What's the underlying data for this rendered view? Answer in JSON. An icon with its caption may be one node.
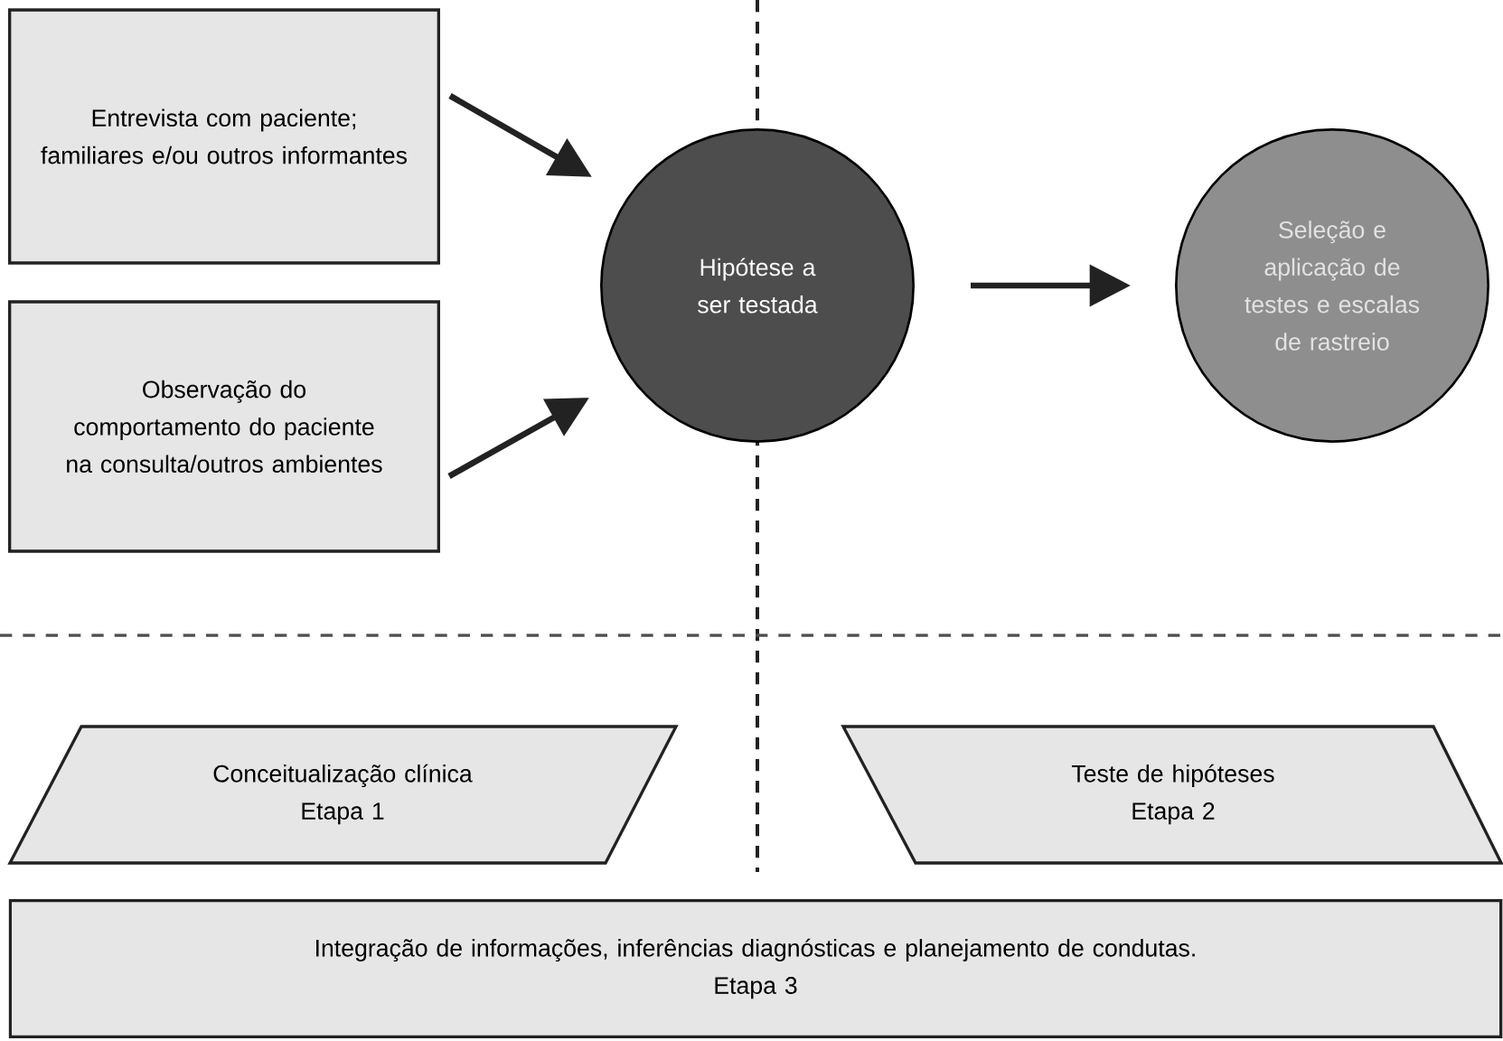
{
  "diagram": {
    "nodes": [
      {
        "text": [
          "Entrevista com paciente; familiares e/ou outros informantes"
        ]
      },
      {
        "text": [
          "Observação do comportamento do paciente na consulta/outros ambientes"
        ]
      },
      {
        "text": [
          "Hipótese a ser testada"
        ]
      },
      {
        "text": [
          "Seleção e aplicação de testes e escalas de rastreio"
        ]
      },
      {
        "text": [
          "Conceitualização clínica",
          "Etapa 1"
        ]
      },
      {
        "text": [
          "Teste de hipóteses",
          "Etapa 2"
        ]
      },
      {
        "text": [
          "Integração de informações, inferências diagnósticas e planejamento de condutas.",
          "Etapa 3"
        ]
      }
    ],
    "edges": [
      {
        "from": 0,
        "to": 2,
        "arrow": "to"
      },
      {
        "from": 1,
        "to": 2,
        "arrow": "to"
      },
      {
        "from": 2,
        "to": 3,
        "arrow": "to"
      }
    ]
  }
}
